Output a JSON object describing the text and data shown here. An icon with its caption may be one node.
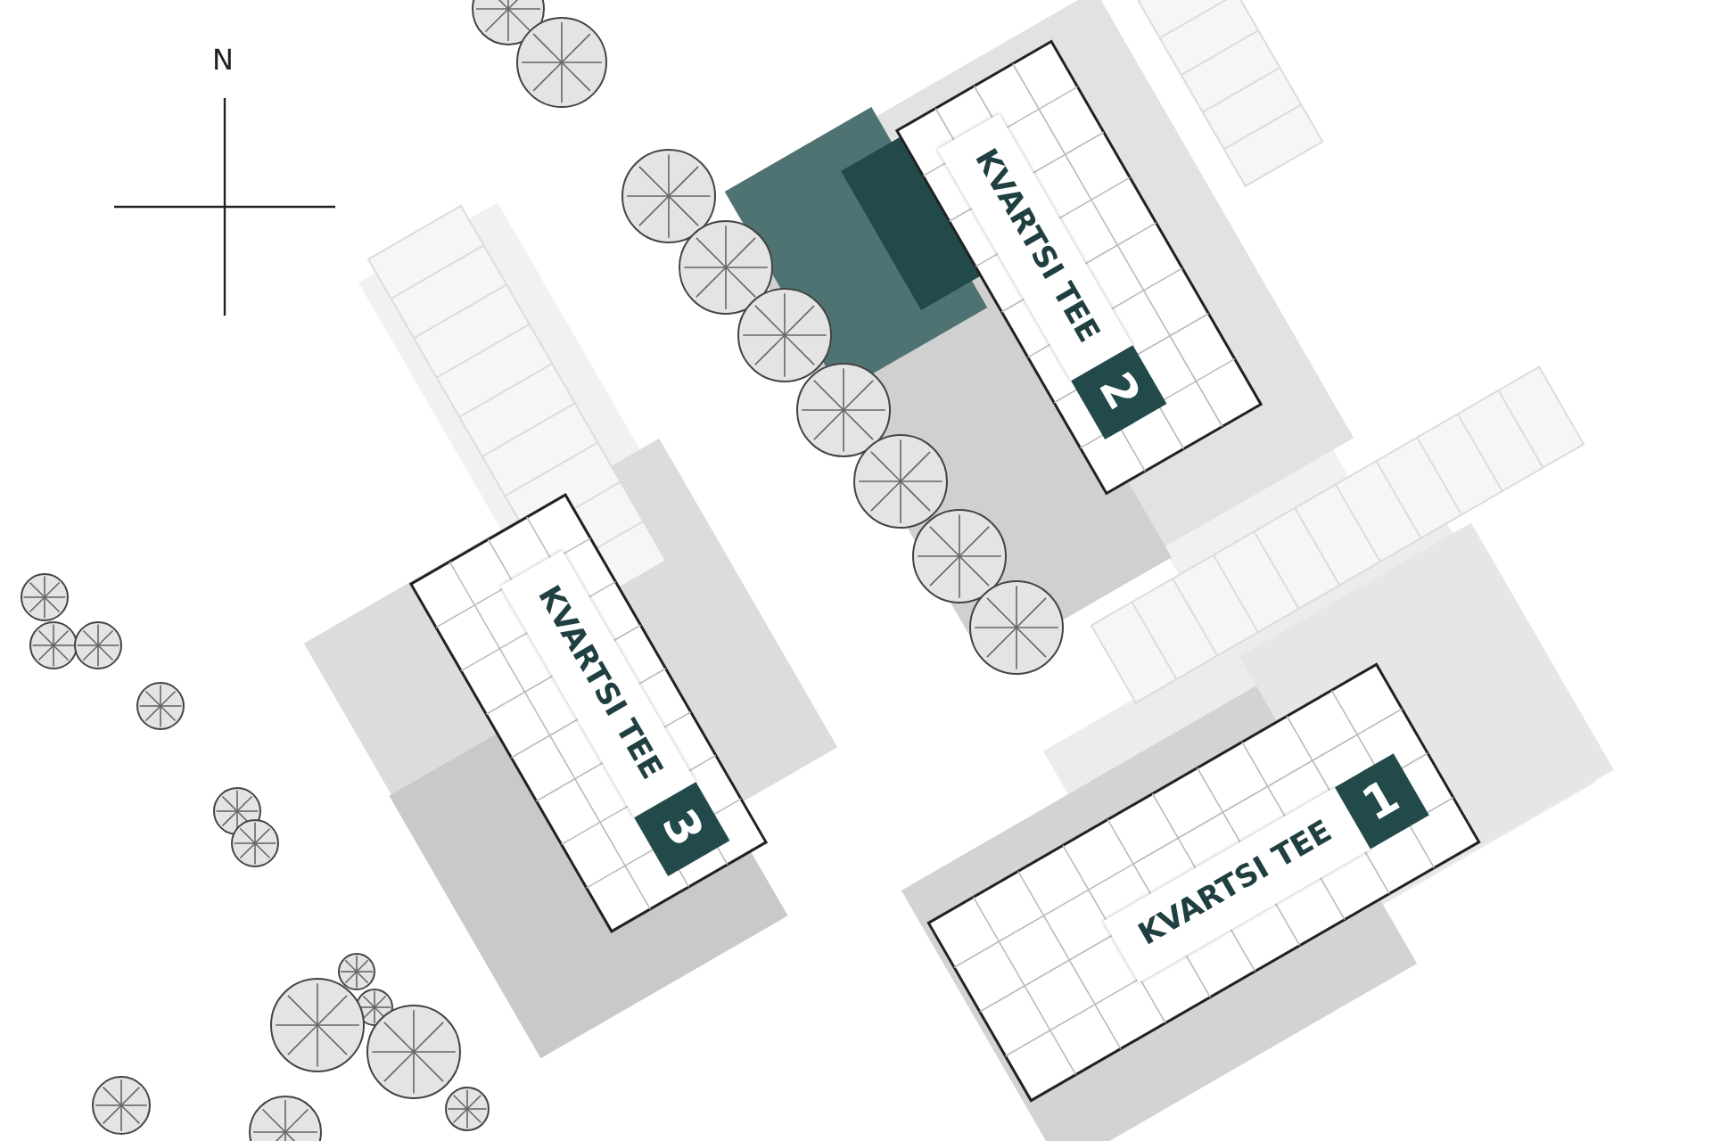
{
  "diagram": {
    "labels": [
      "N",
      "KVARTSI TEE",
      "2",
      "KVARTSI TEE",
      "3",
      "KVARTSI TEE",
      "1"
    ]
  }
}
